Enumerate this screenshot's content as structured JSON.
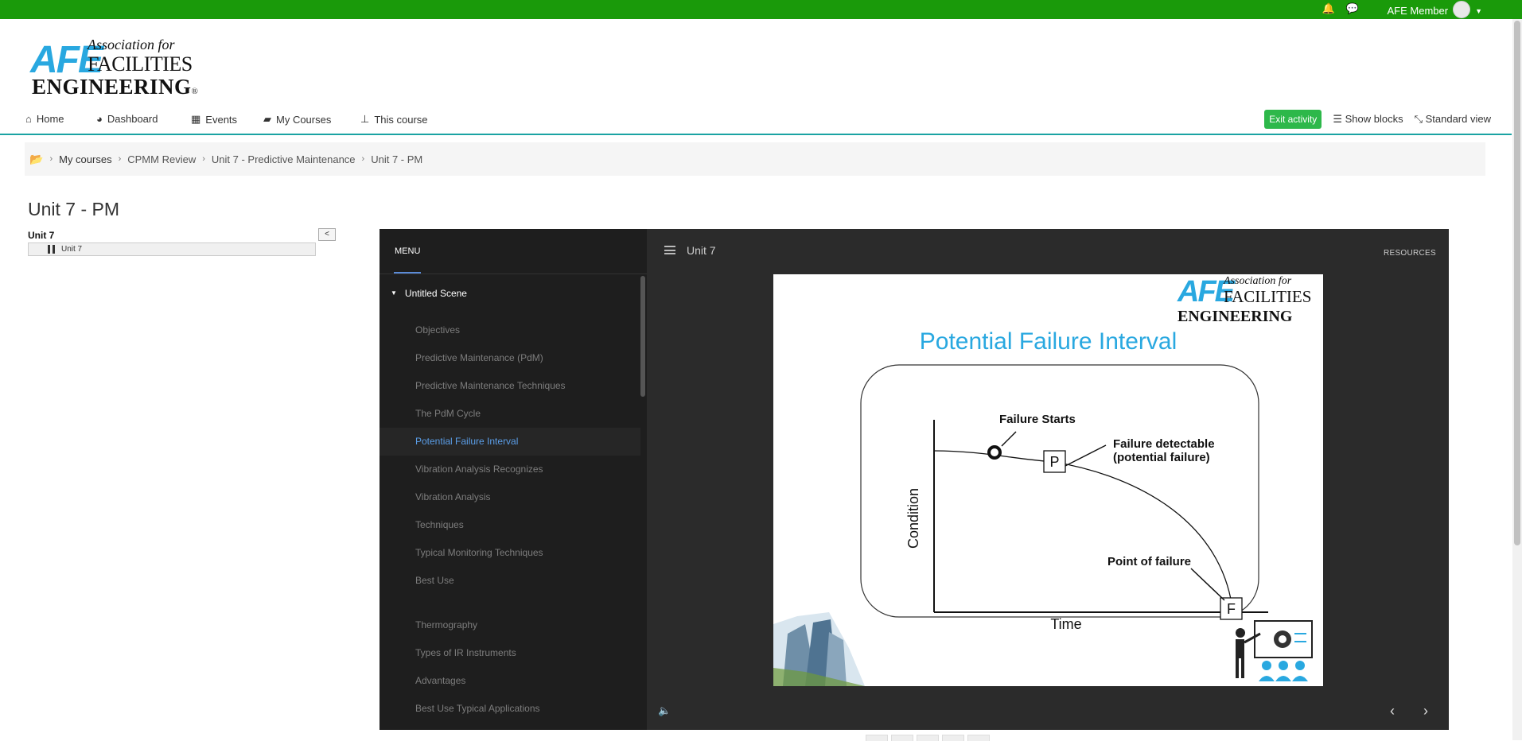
{
  "topbar": {
    "user_name": "AFE Member",
    "bg_color": "#1a9a0a"
  },
  "logo": {
    "afe": "AFE",
    "line1": "Association for",
    "line2": "FACILITIES",
    "line3": "ENGINEERING",
    "reg": "®"
  },
  "nav": {
    "home": "Home",
    "dashboard": "Dashboard",
    "events": "Events",
    "my_courses": "My Courses",
    "this_course": "This course",
    "exit_activity": "Exit activity",
    "show_blocks": "Show blocks",
    "standard_view": "Standard view"
  },
  "breadcrumb": {
    "items": [
      "My courses",
      "CPMM Review",
      "Unit 7 - Predictive Maintenance",
      "Unit 7 - PM"
    ]
  },
  "page": {
    "title": "Unit 7 - PM",
    "unit_heading": "Unit 7",
    "collapse_label": "<",
    "unit_row_label": "Unit 7"
  },
  "player": {
    "menu_label": "MENU",
    "scene_label": "Untitled Scene",
    "content_title": "Unit 7",
    "resources_label": "RESOURCES",
    "menu_items": [
      "Objectives",
      "Predictive Maintenance (PdM)",
      "Predictive Maintenance Techniques",
      "The PdM Cycle",
      "Potential Failure Interval",
      "Vibration Analysis Recognizes",
      "Vibration Analysis",
      "Techniques",
      "Typical Monitoring Techniques",
      "Best Use",
      "Thermography",
      "Types of IR Instruments",
      "Advantages",
      "Best Use Typical Applications"
    ],
    "active_index": 4,
    "accent_color": "#5b9ee8"
  },
  "slide": {
    "title": "Potential Failure Interval",
    "logo_afe": "AFE",
    "logo_line1": "Association for",
    "logo_line2": "FACILITIES",
    "logo_line3": "ENGINEERING",
    "label_failure_starts": "Failure Starts",
    "label_detectable_1": "Failure detectable",
    "label_detectable_2": "(potential failure)",
    "label_point_of_failure": "Point of failure",
    "axis_y": "Condition",
    "axis_x": "Time",
    "marker_p": "P",
    "marker_f": "F",
    "title_color": "#29a8e0"
  }
}
